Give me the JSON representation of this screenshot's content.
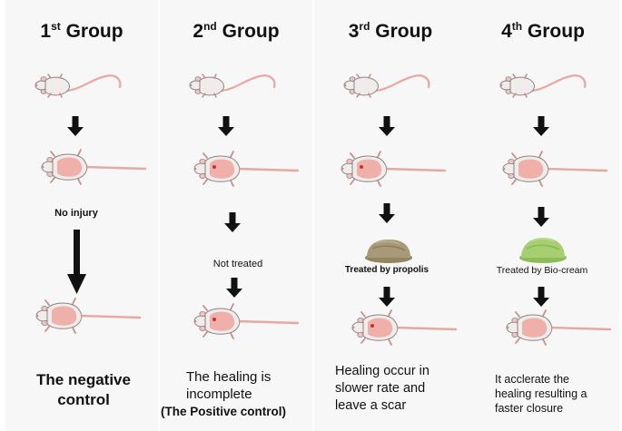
{
  "groups": [
    {
      "title_num": "1",
      "title_sup": "st",
      "title_word": "Group",
      "label1": "No injury",
      "outcome_lines": [
        "The negative",
        "control"
      ]
    },
    {
      "title_num": "2",
      "title_sup": "nd",
      "title_word": "Group",
      "label1": "Not treated",
      "outcome_lines": [
        "The healing is",
        "incomplete",
        "(The Positive control)"
      ]
    },
    {
      "title_num": "3",
      "title_sup": "rd",
      "title_word": "Group",
      "label1": "Treated by propolis",
      "outcome_lines": [
        "Healing occur in",
        "slower rate and",
        "leave a scar"
      ]
    },
    {
      "title_num": "4",
      "title_sup": "th",
      "title_word": "Group",
      "label1": "Treated by Bio-cream",
      "outcome_lines": [
        "It acclerate the",
        "healing resulting a",
        "faster closure"
      ]
    }
  ],
  "icons": {
    "mouse": "white-mouse-icon",
    "shaved_mouse": "shaved-mouse-icon",
    "wounded_mouse": "wounded-mouse-icon",
    "arrow": "down-arrow-icon",
    "propolis": "propolis-mound-icon",
    "biocream": "bio-cream-mound-icon"
  },
  "colors": {
    "propolis": "#a89a78",
    "biocream": "#a6cf6f",
    "skin": "#eeb0a8",
    "tail": "#e8a7a0",
    "wound": "#d22b2b"
  }
}
